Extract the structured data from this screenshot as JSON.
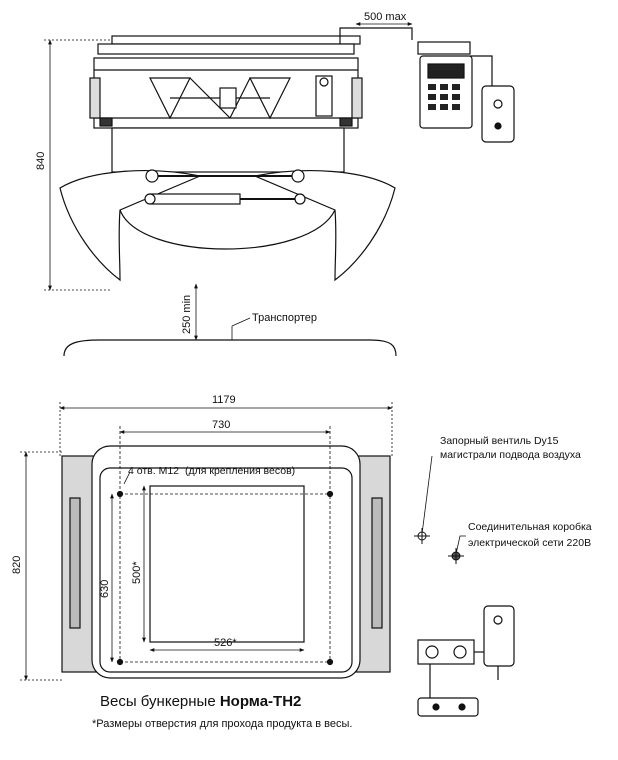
{
  "dimensions": {
    "control_offset": "500 max",
    "height_total": "840",
    "clearance": "250 min",
    "width_total": "1179",
    "frame_width": "730",
    "depth_total": "820",
    "frame_depth": "630",
    "opening_depth": "500*",
    "opening_width": "526*"
  },
  "labels": {
    "conveyor": "Транспортер",
    "bolts_hole": "4 отв. М12",
    "bolts_purpose": "(для крепления весов)",
    "valve_line1": "Запорный вентиль Dy15",
    "valve_line2": "магистрали подвода воздуха",
    "box_line1": "Соединительная коробка",
    "box_line2": "электрической сети 220В"
  },
  "caption": {
    "prefix": "Весы бункерные ",
    "model": "Норма-ТН2",
    "footnote": "*Размеры отверстия для прохода продукта в весы."
  }
}
